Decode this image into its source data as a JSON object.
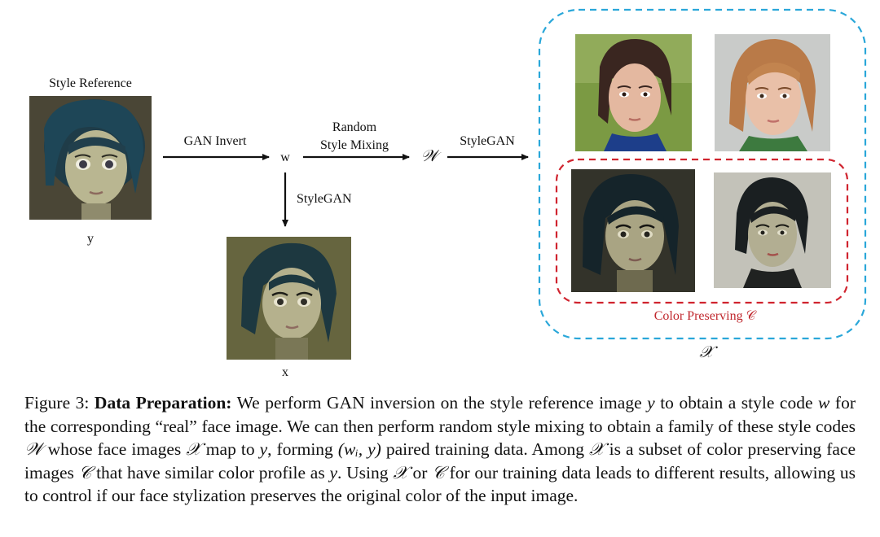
{
  "figure": {
    "style_reference_label": "Style Reference",
    "y_label": "y",
    "gan_invert_label": "GAN Invert",
    "w_label": "w",
    "random_style_mixing_line1": "Random",
    "random_style_mixing_line2": "Style Mixing",
    "W_symbol": "𝒲",
    "stylegan_label_right": "StyleGAN",
    "stylegan_label_down": "StyleGAN",
    "x_label": "x",
    "color_preserving_label": "Color Preserving 𝒞",
    "X_symbol": "𝒳",
    "colors": {
      "blue_dashed_border": "#2aa7d9",
      "red_dashed_border": "#d0242f",
      "color_preserving_text": "#c0272d"
    },
    "images": [
      {
        "name": "style-reference-image",
        "description": "stylized cartoon face"
      },
      {
        "name": "stylegan-output-x-image",
        "description": "generated face"
      },
      {
        "name": "real-face-1-image",
        "description": "real face green background"
      },
      {
        "name": "real-face-2-image",
        "description": "real face light background"
      },
      {
        "name": "color-preserving-face-1-image",
        "description": "dark toned face"
      },
      {
        "name": "color-preserving-face-2-image",
        "description": "dark toned face"
      }
    ]
  },
  "caption": {
    "prefix": "Figure 3: ",
    "bold_title": "Data Preparation:",
    "s1": " We perform GAN inversion on the style reference image ",
    "y": "y",
    "s2": " to obtain a style code ",
    "w": "w",
    "s3": " for the corresponding “real” face image. We can then perform random style mixing to obtain a family of these style codes ",
    "W": "𝒲",
    "s4": " whose face images ",
    "X": "𝒳",
    "s5": " map to ",
    "y2": "y",
    "s6": ", forming ",
    "pair": "(wᵢ, y)",
    "s7": " paired training data. Among ",
    "X2": "𝒳",
    "s8": " is a subset of color preserving face images ",
    "C": "𝒞",
    "s9": " that have similar color profile as ",
    "y3": "y",
    "s10": ". Using ",
    "X3": "𝒳",
    "s11": " or ",
    "C2": "𝒞",
    "s12": " for our training data leads to different results, allowing us to control if our face stylization preserves the original color of the input image."
  }
}
